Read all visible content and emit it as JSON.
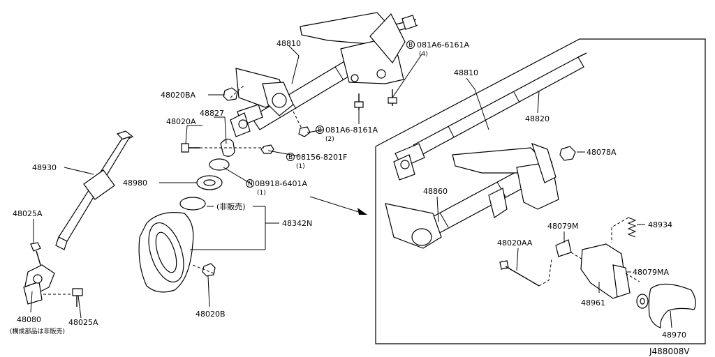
{
  "diagram": {
    "drawing_code": "J488008V",
    "callouts": {
      "p48810_main": "48810",
      "p081A6_6161A": "081A6-6161A",
      "p081A6_6161A_qty": "(4)",
      "p48020BA": "48020BA",
      "p48827": "48827",
      "p48020A": "48020A",
      "p081A6_8161A": "081A6-8161A",
      "p081A6_8161A_qty": "(2)",
      "p08156_8201F": "08156-8201F",
      "p08156_8201F_qty": "(1)",
      "p0B918_6401A": "0B918-6401A",
      "p0B918_6401A_qty": "(1)",
      "p48930": "48930",
      "p48980": "48980",
      "p48025A_top": "48025A",
      "not_sold": "(非販売)",
      "p48342N": "48342N",
      "p48020B": "48020B",
      "p48080": "48080",
      "p48080_note": "(構成部品は非販売)",
      "p48025A_bottom": "48025A",
      "p48810_detail": "48810",
      "p48820": "48820",
      "p48078A": "48078A",
      "p48860": "48860",
      "p48079M": "48079M",
      "p48934": "48934",
      "p48020AA": "48020AA",
      "p48079MA": "48079MA",
      "p48961": "48961",
      "p48970": "48970"
    },
    "symbols": {
      "bolt_symbol": "B",
      "nut_symbol": "N"
    }
  }
}
